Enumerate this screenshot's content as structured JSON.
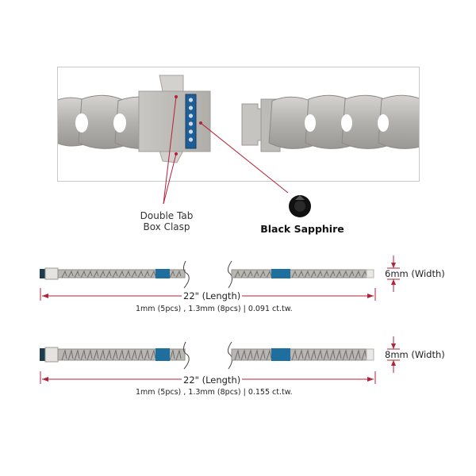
{
  "callouts": {
    "clasp_label_line1": "Double Tab",
    "clasp_label_line2": "Box Clasp",
    "stone_label": "Black Sapphire"
  },
  "variants": [
    {
      "length_label": "22\" (Length)",
      "width_label": "6mm (Width)",
      "spec_label": "1mm (5pcs) , 1.3mm (8pcs) | 0.091 ct.tw."
    },
    {
      "length_label": "22\" (Length)",
      "width_label": "8mm (Width)",
      "spec_label": "1mm (5pcs) , 1.3mm (8pcs) | 0.155 ct.tw."
    }
  ],
  "colors": {
    "steel": "#b9b7b3",
    "steel_dark": "#8f8d89",
    "accent_blue": "#1f6f9e",
    "dimension_red": "#b3223a",
    "stone": "#111111"
  }
}
